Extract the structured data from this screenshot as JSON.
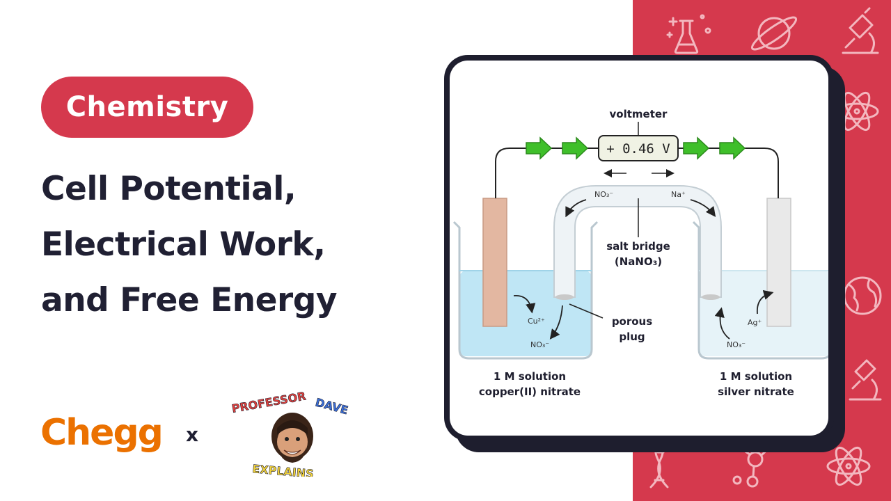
{
  "tag": "Chemistry",
  "title_lines": [
    "Cell Potential,",
    "Electrical Work,",
    "and Free Energy"
  ],
  "brand": {
    "chegg": "Chegg",
    "times": "x",
    "dave_top": "PROFESSOR",
    "dave_right": "DAVE",
    "dave_bottom": "EXPLAINS"
  },
  "colors": {
    "accent_red": "#d5394d",
    "chegg_orange": "#eb7100",
    "navy": "#202033"
  },
  "diagram": {
    "voltmeter_label": "voltmeter",
    "voltmeter_display": "+ 0.46 V",
    "salt_bridge_line1": "salt bridge",
    "salt_bridge_line2": "(NaNO₃)",
    "porous_line1": "porous",
    "porous_line2": "plug",
    "left_sol_line1": "1 M solution",
    "left_sol_line2": "copper(II) nitrate",
    "right_sol_line1": "1 M solution",
    "right_sol_line2": "silver nitrate",
    "ion_no3_bridge": "NO₃⁻",
    "ion_na_bridge": "Na⁺",
    "ion_cu": "Cu²⁺",
    "ion_no3_left": "NO₃⁻",
    "ion_ag": "Ag⁺",
    "ion_no3_right": "NO₃⁻"
  },
  "icons": [
    "sparkle-icon",
    "flask-icon",
    "planet-icon",
    "microscope-icon",
    "atom-icon",
    "globe-icon",
    "dna-icon",
    "molecule-icon"
  ]
}
